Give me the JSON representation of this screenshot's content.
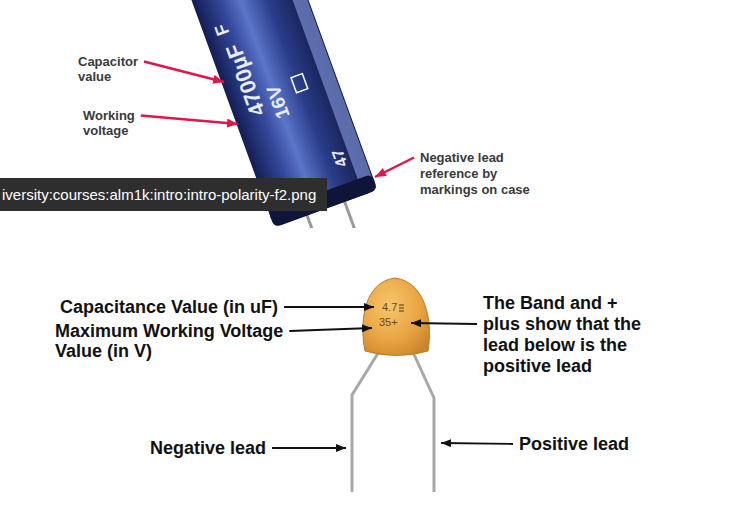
{
  "diagram": {
    "nodes": [
      {
        "text": [
          "iversity:courses:alm1k:intro:intro-polarity-f2.png"
        ]
      }
    ],
    "labels": [
      "Capacitor value",
      "Working voltage",
      "Negative lead reference by markings on case",
      "F",
      "4700µF",
      "16V",
      "47",
      "Capacitance Value (in uF)",
      "Maximum Working Voltage Value (in V)",
      "4.7",
      "35+",
      "The Band and + plus show that the lead below is the positive lead",
      "Negative lead",
      "Positive lead"
    ]
  }
}
